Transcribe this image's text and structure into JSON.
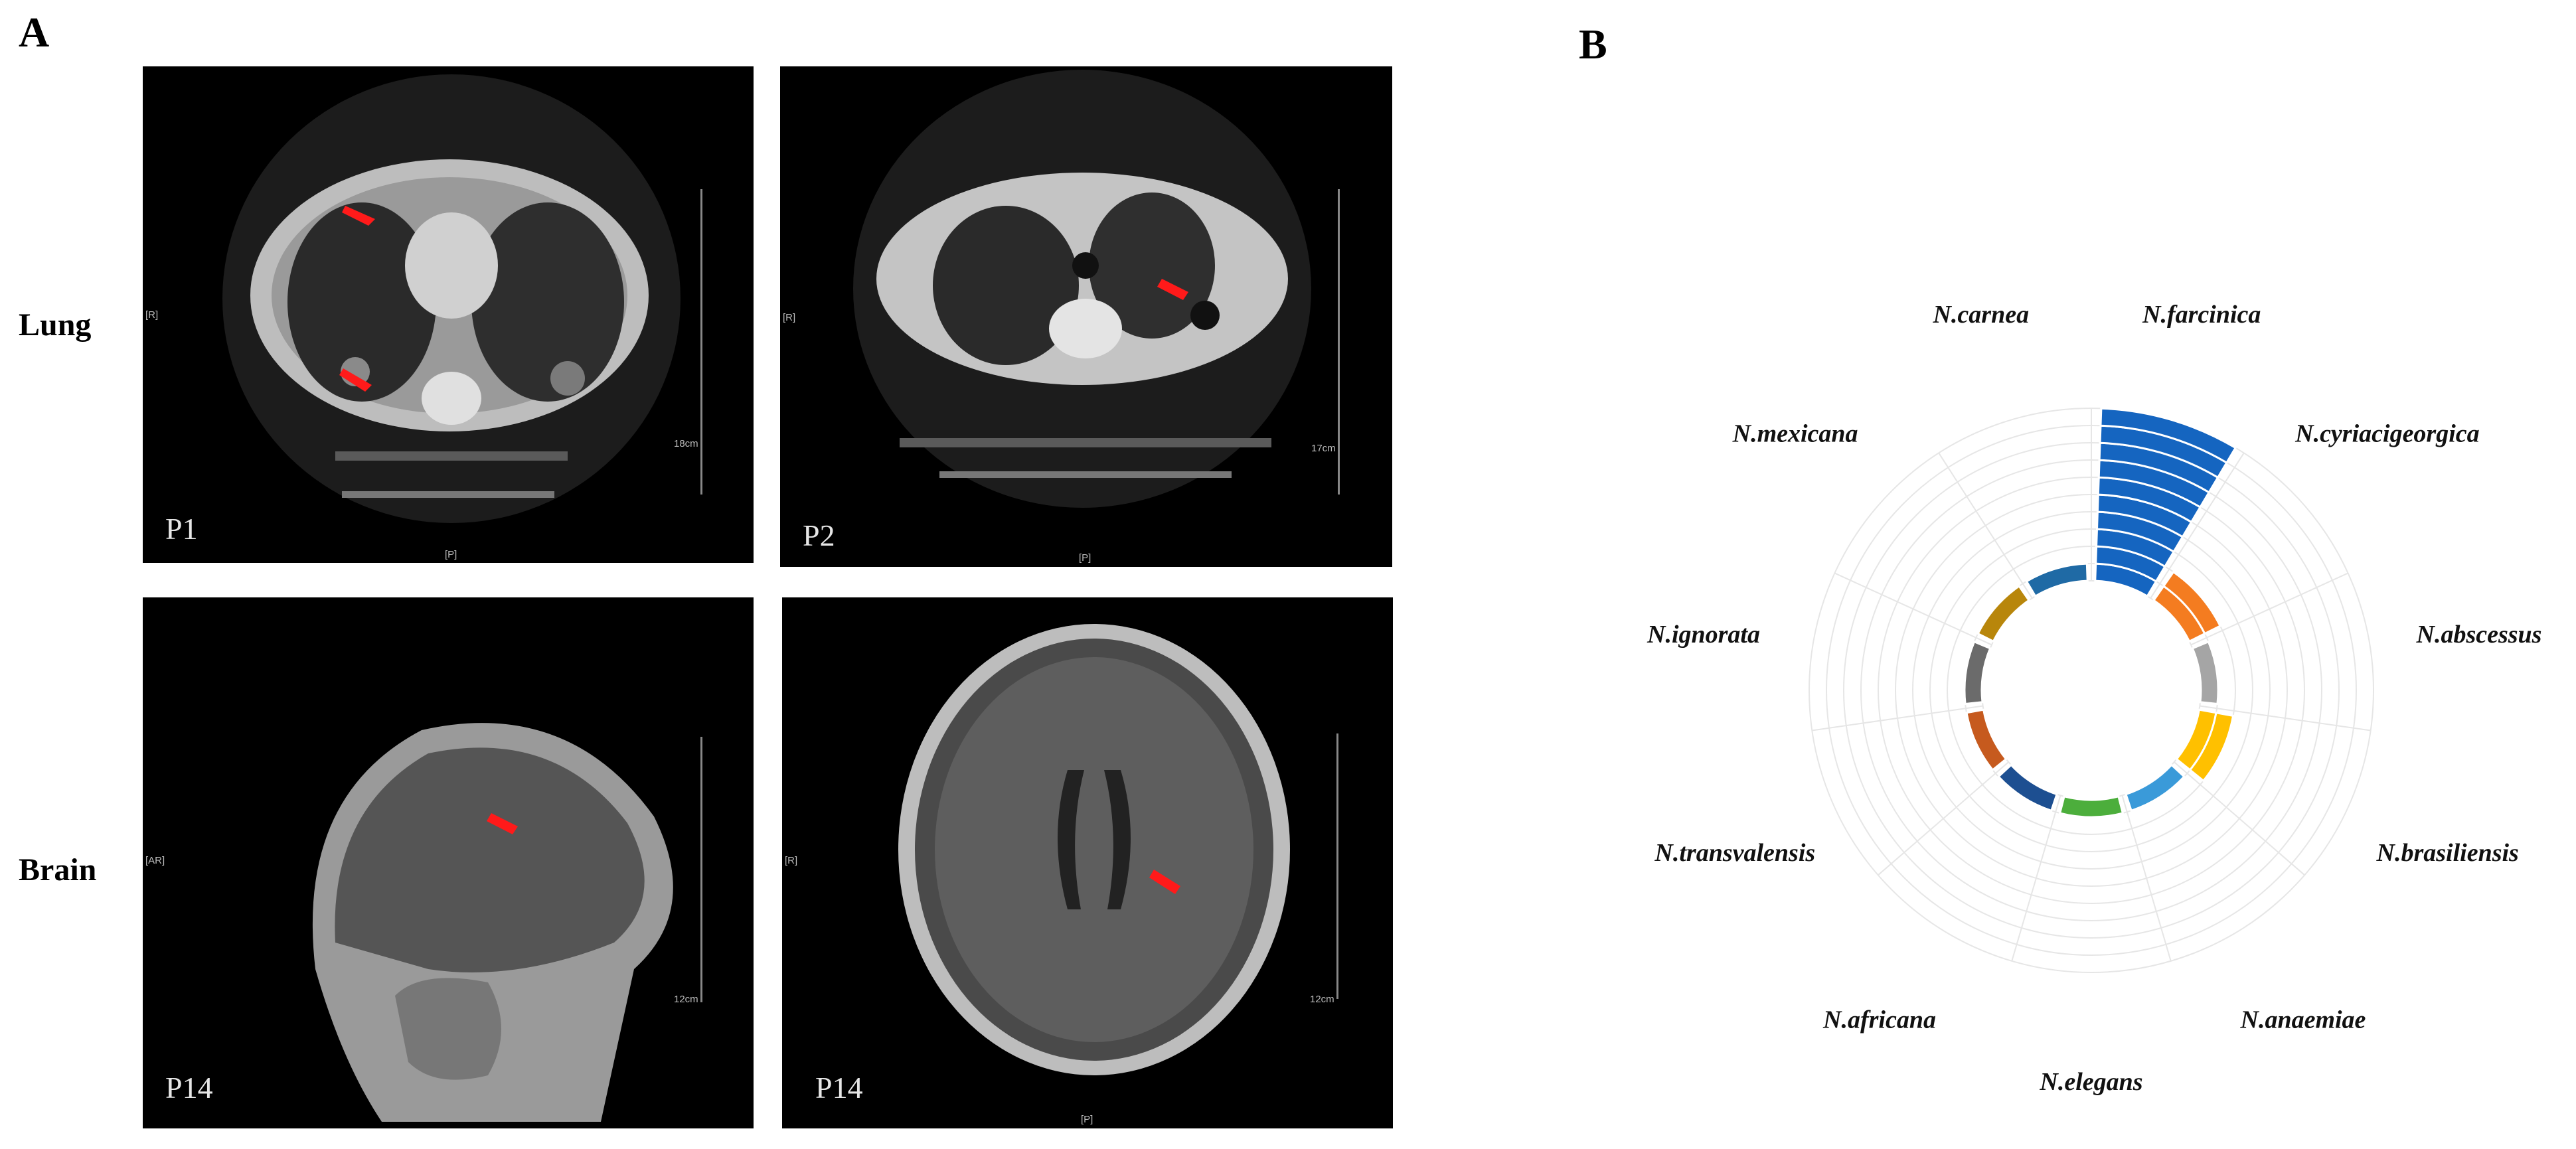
{
  "panel_a": {
    "letter": "A",
    "rows": [
      {
        "label": "Lung"
      },
      {
        "label": "Brain"
      }
    ],
    "images": [
      {
        "label": "P1",
        "scale": "18cm",
        "left_mark": "[R]",
        "bottom_mark": "[P]"
      },
      {
        "label": "P2",
        "scale": "17cm",
        "left_mark": "[R]",
        "bottom_mark": "[P]"
      },
      {
        "label": "P14",
        "scale": "12cm",
        "left_mark": "[AR]",
        "bottom_mark": ""
      },
      {
        "label": "P14",
        "scale": "12cm",
        "left_mark": "[R]",
        "bottom_mark": "[P]"
      }
    ]
  },
  "panel_b": {
    "letter": "B"
  },
  "chart_data": {
    "type": "bar",
    "subtype": "polar-stacked-rose",
    "categories": [
      "N.farcinica",
      "N.cyriacigeorgica",
      "N.abscessus",
      "N.brasiliensis",
      "N.anaemiae",
      "N.elegans",
      "N.africana",
      "N.transvalensis",
      "N.ignorata",
      "N.mexicana",
      "N.carnea"
    ],
    "values": [
      10,
      2,
      1,
      2,
      1,
      1,
      1,
      1,
      1,
      1,
      1
    ],
    "colors": [
      "#1565c0",
      "#f47c20",
      "#a5a5a5",
      "#ffc000",
      "#3a9ad9",
      "#4cae3c",
      "#1d4f91",
      "#c65a1e",
      "#6b6b6b",
      "#b8860b",
      "#1f6aa5"
    ],
    "rmax": 10,
    "grid": true
  }
}
